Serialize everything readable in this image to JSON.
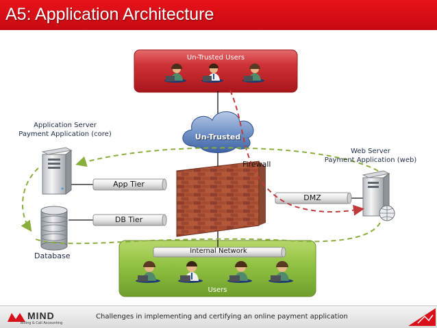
{
  "title": "A5: Application Architecture",
  "zones": {
    "untrusted_users": "Un-Trusted Users",
    "users": "Users",
    "cloud": "Un-Trusted"
  },
  "labels": {
    "app_server_line1": "Application Server",
    "app_server_line2": "Payment Application (core)",
    "web_server_line1": "Web Server",
    "web_server_line2": "Payment Application (web)",
    "firewall": "Firewall",
    "database": "Database"
  },
  "links": {
    "app_tier": "App Tier",
    "db_tier": "DB Tier",
    "dmz": "DMZ",
    "internal_network": "Internal Network"
  },
  "footer": {
    "caption": "Challenges in implementing and certifying an online payment application",
    "logo_name": "MIND",
    "logo_tagline": "Billing & Call Accounting"
  },
  "colors": {
    "title_red": "#d8101a",
    "untrusted_zone": "#c8282e",
    "trusted_zone": "#8cbc3c",
    "attack_path": "#c0393b",
    "legit_path": "#8aae3c"
  }
}
